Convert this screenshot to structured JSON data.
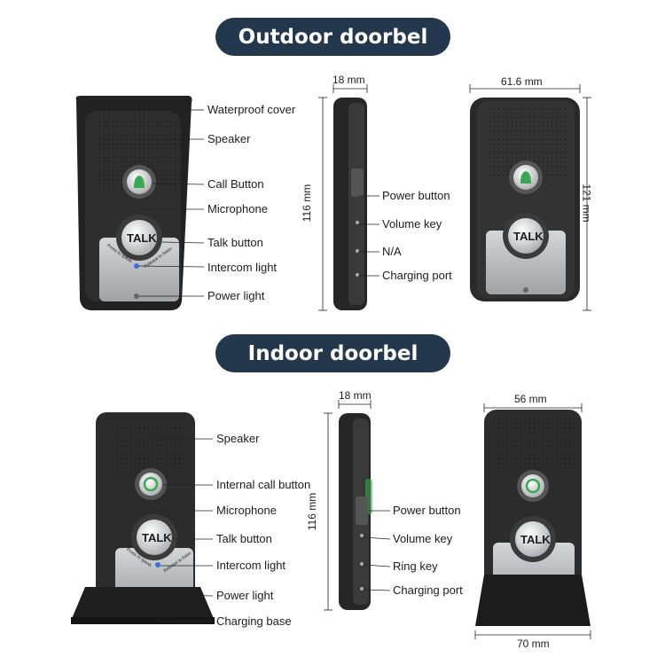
{
  "sections": {
    "outdoor_title": "Outdoor doorbel",
    "indoor_title": "Indoor doorbel"
  },
  "outdoor": {
    "labels": [
      "Waterproof cover",
      "Speaker",
      "Call Button",
      "Microphone",
      "Talk button",
      "Intercom light",
      "Power light"
    ],
    "side_labels": [
      "Power button",
      "Volume key",
      "N/A",
      "Charging port"
    ],
    "dims": {
      "depth": "18 mm",
      "width": "61.6 mm",
      "height_left": "116 mm",
      "height_right": "121 mm"
    },
    "talk_text": "TALK",
    "talk_hint_left": "Press to speak",
    "talk_hint_right": "Release to listen"
  },
  "indoor": {
    "labels": [
      "Speaker",
      "Internal call button",
      "Microphone",
      "Talk button",
      "Intercom light",
      "Power light",
      "Charging base"
    ],
    "side_labels": [
      "Power button",
      "Volume key",
      "Ring key",
      "Charging port"
    ],
    "dims": {
      "depth": "18 mm",
      "width": "56 mm",
      "height_left": "116 mm",
      "base_width": "70 mm"
    },
    "talk_text": "TALK",
    "talk_hint_left": "Press to speak",
    "talk_hint_right": "Release to listen"
  },
  "colors": {
    "pill": "#24384d",
    "body": "#2b2b2b",
    "panel": "#b9bcbf",
    "green": "#3aa852"
  }
}
